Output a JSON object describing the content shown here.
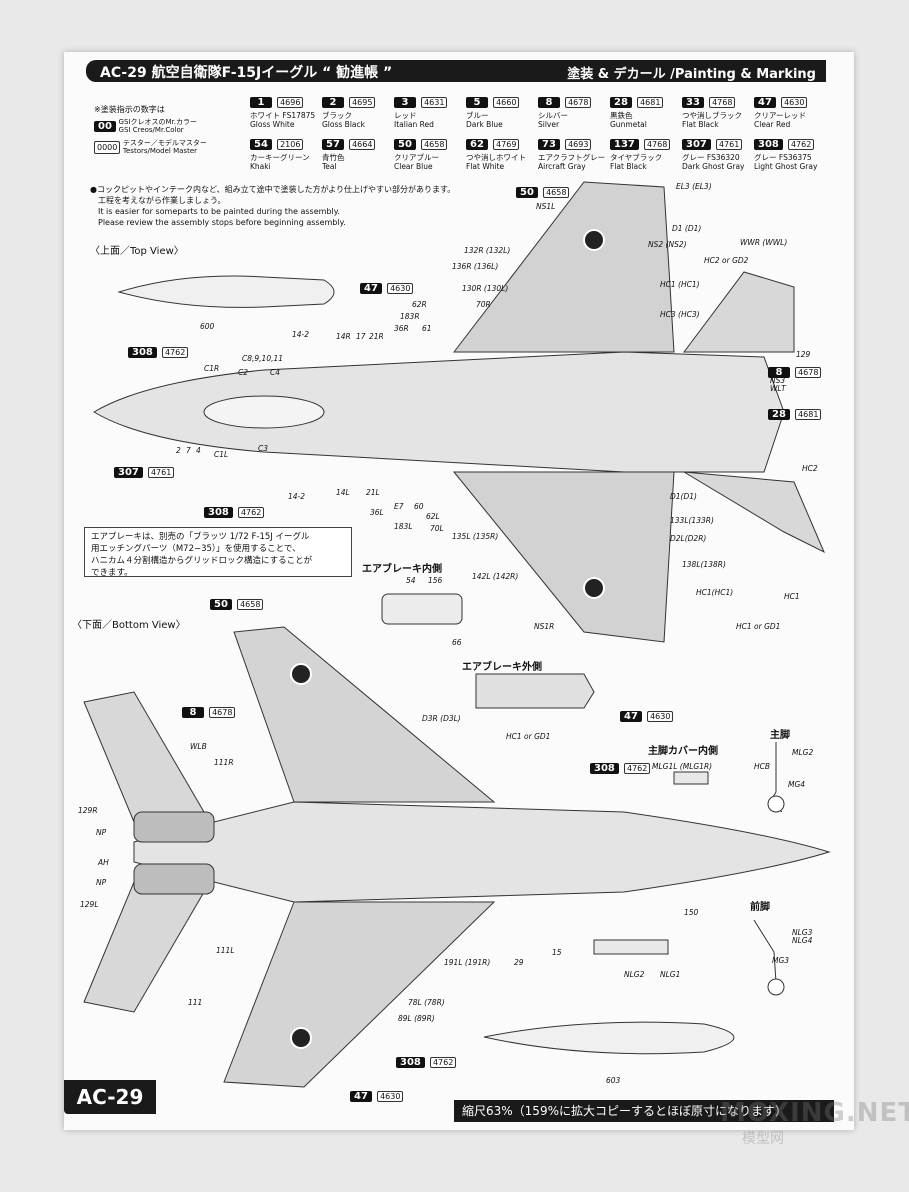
{
  "header": {
    "title": "AC-29 航空自衛隊F-15Jイーグル “ 勧進帳 ”",
    "right": "塗装 & デカール /Painting & Marking"
  },
  "legend": {
    "title": "※塗装指示の数字は",
    "gsi_code": "00",
    "gsi_text_jp": "GSIクレオスのMr.カラー",
    "gsi_text_en": "GSI Creos/Mr.Color",
    "testors_code": "0000",
    "testors_text_jp": "テスター／モデルマスター",
    "testors_text_en": "Testors/Model Master"
  },
  "swatches": [
    {
      "gsi": "1",
      "testors": "4696",
      "jp": "ホワイト FS17875",
      "en": "Gloss White"
    },
    {
      "gsi": "2",
      "testors": "4695",
      "jp": "ブラック",
      "en": "Gloss Black"
    },
    {
      "gsi": "3",
      "testors": "4631",
      "jp": "レッド",
      "en": "Italian Red"
    },
    {
      "gsi": "5",
      "testors": "4660",
      "jp": "ブルー",
      "en": "Dark Blue"
    },
    {
      "gsi": "8",
      "testors": "4678",
      "jp": "シルバー",
      "en": "Silver"
    },
    {
      "gsi": "28",
      "testors": "4681",
      "jp": "黒鉄色",
      "en": "Gunmetal"
    },
    {
      "gsi": "33",
      "testors": "4768",
      "jp": "つや消しブラック",
      "en": "Flat Black"
    },
    {
      "gsi": "47",
      "testors": "4630",
      "jp": "クリアーレッド",
      "en": "Clear Red"
    },
    {
      "gsi": "54",
      "testors": "2106",
      "jp": "カーキーグリーン",
      "en": "Khaki"
    },
    {
      "gsi": "57",
      "testors": "4664",
      "jp": "青竹色",
      "en": "Teal"
    },
    {
      "gsi": "50",
      "testors": "4658",
      "jp": "クリアブルー",
      "en": "Clear Blue"
    },
    {
      "gsi": "62",
      "testors": "4769",
      "jp": "つや消しホワイト",
      "en": "Flat White"
    },
    {
      "gsi": "73",
      "testors": "4693",
      "jp": "エアクラフトグレー",
      "en": "Aircraft Gray"
    },
    {
      "gsi": "137",
      "testors": "4768",
      "jp": "タイヤブラック",
      "en": "Flat Black"
    },
    {
      "gsi": "307",
      "testors": "4761",
      "jp": "グレー FS36320",
      "en": "Dark Ghost Gray"
    },
    {
      "gsi": "308",
      "testors": "4762",
      "jp": "グレー FS36375",
      "en": "Light Ghost Gray"
    }
  ],
  "notes": {
    "jp1": "●コックピットやインテーク内など、組み立て途中で塗装した方がより仕上げやすい部分があります。",
    "jp2": "工程を考えながら作業しましょう。",
    "en1": "It is easier for someparts to be painted during the assembly.",
    "en2": "Please review the assembly stops before beginning assembly."
  },
  "views": {
    "top": "〈上面／Top View〉",
    "bottom": "〈下面／Bottom View〉"
  },
  "airbrake_note": [
    "エアブレーキは、別売の「ブラッツ 1/72 F-15J イーグル",
    "用エッチングパーツ（M72−35）」を使用することで、",
    "ハニカム４分割構造からグリッドロック構造にすることが",
    "できます。"
  ],
  "sections": {
    "airbrake_in": "エアブレーキ内側",
    "airbrake_out": "エアブレーキ外側",
    "main_gear_cover": "主脚カバー内側",
    "main_gear": "主脚",
    "nose_gear": "前脚"
  },
  "callouts": [
    {
      "gsi": "50",
      "testors": "4658",
      "id": "c1"
    },
    {
      "gsi": "47",
      "testors": "4630",
      "id": "c2"
    },
    {
      "gsi": "308",
      "testors": "4762",
      "id": "c3"
    },
    {
      "gsi": "307",
      "testors": "4761",
      "id": "c4"
    },
    {
      "gsi": "308",
      "testors": "4762",
      "id": "c5"
    },
    {
      "gsi": "8",
      "testors": "4678",
      "id": "c6"
    },
    {
      "gsi": "28",
      "testors": "4681",
      "id": "c7"
    },
    {
      "gsi": "50",
      "testors": "4658",
      "id": "c8"
    },
    {
      "gsi": "47",
      "testors": "4630",
      "id": "c9"
    },
    {
      "gsi": "8",
      "testors": "4678",
      "id": "c10"
    },
    {
      "gsi": "308",
      "testors": "4762",
      "id": "c11"
    },
    {
      "gsi": "308",
      "testors": "4762",
      "id": "c12"
    },
    {
      "gsi": "47",
      "testors": "4630",
      "id": "c13"
    }
  ],
  "labels": [
    "EL3 (EL3)",
    "NS1L",
    "D1 (D1)",
    "NS2 (NS2)",
    "WWR (WWL)",
    "HC2 or GD2",
    "HC1 (HC1)",
    "HC3 (HC3)",
    "132R (132L)",
    "136R (136L)",
    "130R (130L)",
    "70R",
    "62R",
    "183R",
    "36R",
    "61",
    "14R",
    "17",
    "21R",
    "14-2",
    "C8,9,10,11",
    "C1R",
    "C2",
    "C4",
    "C3",
    "C1L",
    "2",
    "7",
    "4",
    "600",
    "NS3",
    "WLT",
    "129",
    "HC2",
    "D1(D1)",
    "133L(133R)",
    "D2L(D2R)",
    "138L(138R)",
    "HC1(HC1)",
    "HC1",
    "HC1 or GD1",
    "135L (135R)",
    "142L (142R)",
    "NS1R",
    "14-2",
    "14L",
    "21L",
    "36L",
    "183L",
    "E7",
    "60",
    "62L",
    "70L",
    "54",
    "156",
    "66",
    "HC1 or GD1",
    "MLG1L (MLG1R)",
    "MLG2",
    "HCB",
    "MG4",
    "NLG3",
    "NLG4",
    "MG3",
    "NLG2",
    "NLG1",
    "150",
    "WLB",
    "111R",
    "129R",
    "NP",
    "AH",
    "NP",
    "129L",
    "111L",
    "111",
    "D3R (D3L)",
    "191L (191R)",
    "29",
    "15",
    "78L (78R)",
    "89L (89R)",
    "603"
  ],
  "footer": {
    "code": "AC-29",
    "scale": "縮尺63%（159%に拡大コピーするとほぼ原寸になります）",
    "watermark1": "MOXING.NET",
    "watermark2": "模型网"
  }
}
